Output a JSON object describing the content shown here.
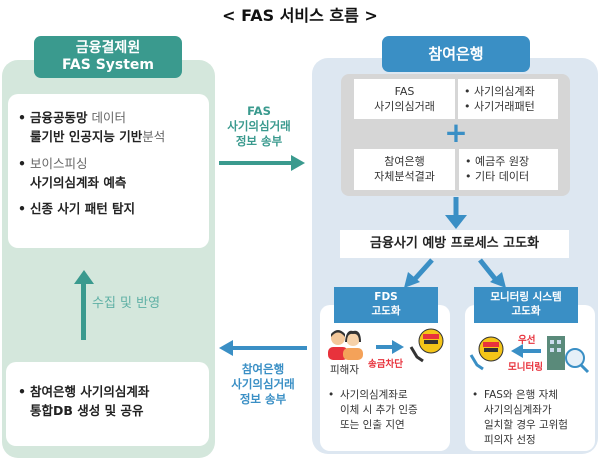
{
  "title": "< FAS 서비스 흐름 >",
  "left": {
    "badge_line1": "금융결제원",
    "badge_line2": "FAS System",
    "items": [
      {
        "bold": "금융공동망",
        "normal": " 데이터",
        "line2_bold": "룰기반 인공지능 기반",
        "line2_normal": "분석"
      },
      {
        "normal": "보이스피싱",
        "line2_bold": "사기의심계좌 예측"
      },
      {
        "bold": "신종 사기 패턴 탐지"
      }
    ],
    "collect_label": "수집 및 반영",
    "bottom_line1": "참여은행 사기의심계좌",
    "bottom_line2": "통합DB 생성 및 공유"
  },
  "arrows": {
    "to_bank": [
      "FAS",
      "사기의심거래",
      "정보 송부"
    ],
    "to_fas": [
      "참여은행",
      "사기의심거래",
      "정보 송부"
    ]
  },
  "right": {
    "badge": "참여은행",
    "cell_fas": [
      "FAS",
      "사기의심거래"
    ],
    "cell_fas_items": [
      "사기의심계좌",
      "사기거래패턴"
    ],
    "plus": "+",
    "cell_bank": [
      "참여은행",
      "자체분석결과"
    ],
    "cell_bank_items": [
      "예금주 원장",
      "기타 데이터"
    ],
    "process": "금융사기 예방 프로세스 고도화",
    "fds": {
      "header": [
        "FDS",
        "고도화"
      ],
      "victim": "피해자",
      "block": "송금차단",
      "note": [
        "사기의심계좌로",
        "이체 시 추가 인증",
        "또는 인출 지연"
      ]
    },
    "monitor": {
      "header": [
        "모니터링 시스템",
        "고도화"
      ],
      "priority": "우선",
      "monitoring": "모니터링",
      "note": [
        "FAS와 은행 자체",
        "사기의심계좌가",
        "일치할 경우 고위험",
        "피의자 선정"
      ]
    }
  },
  "colors": {
    "teal": "#3a9a8e",
    "blue": "#3a8fc5",
    "red": "#e8323c"
  }
}
